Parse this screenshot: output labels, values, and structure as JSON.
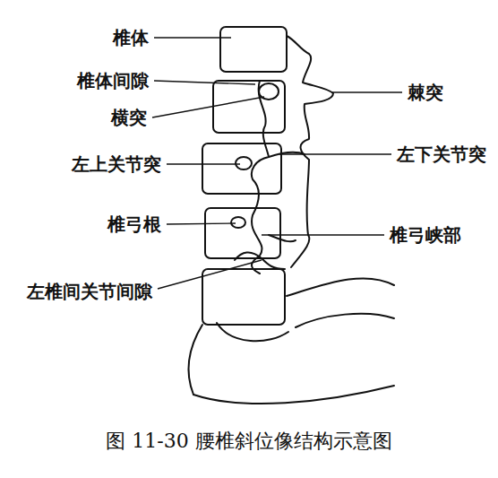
{
  "diagram": {
    "caption": "图 11-30  腰椎斜位像结构示意图",
    "labels": [
      "椎体",
      "椎体间隙",
      "棘突",
      "横突",
      "左下关节突",
      "左上关节突",
      "椎弓根",
      "椎弓峡部",
      "左椎间关节间隙"
    ]
  }
}
